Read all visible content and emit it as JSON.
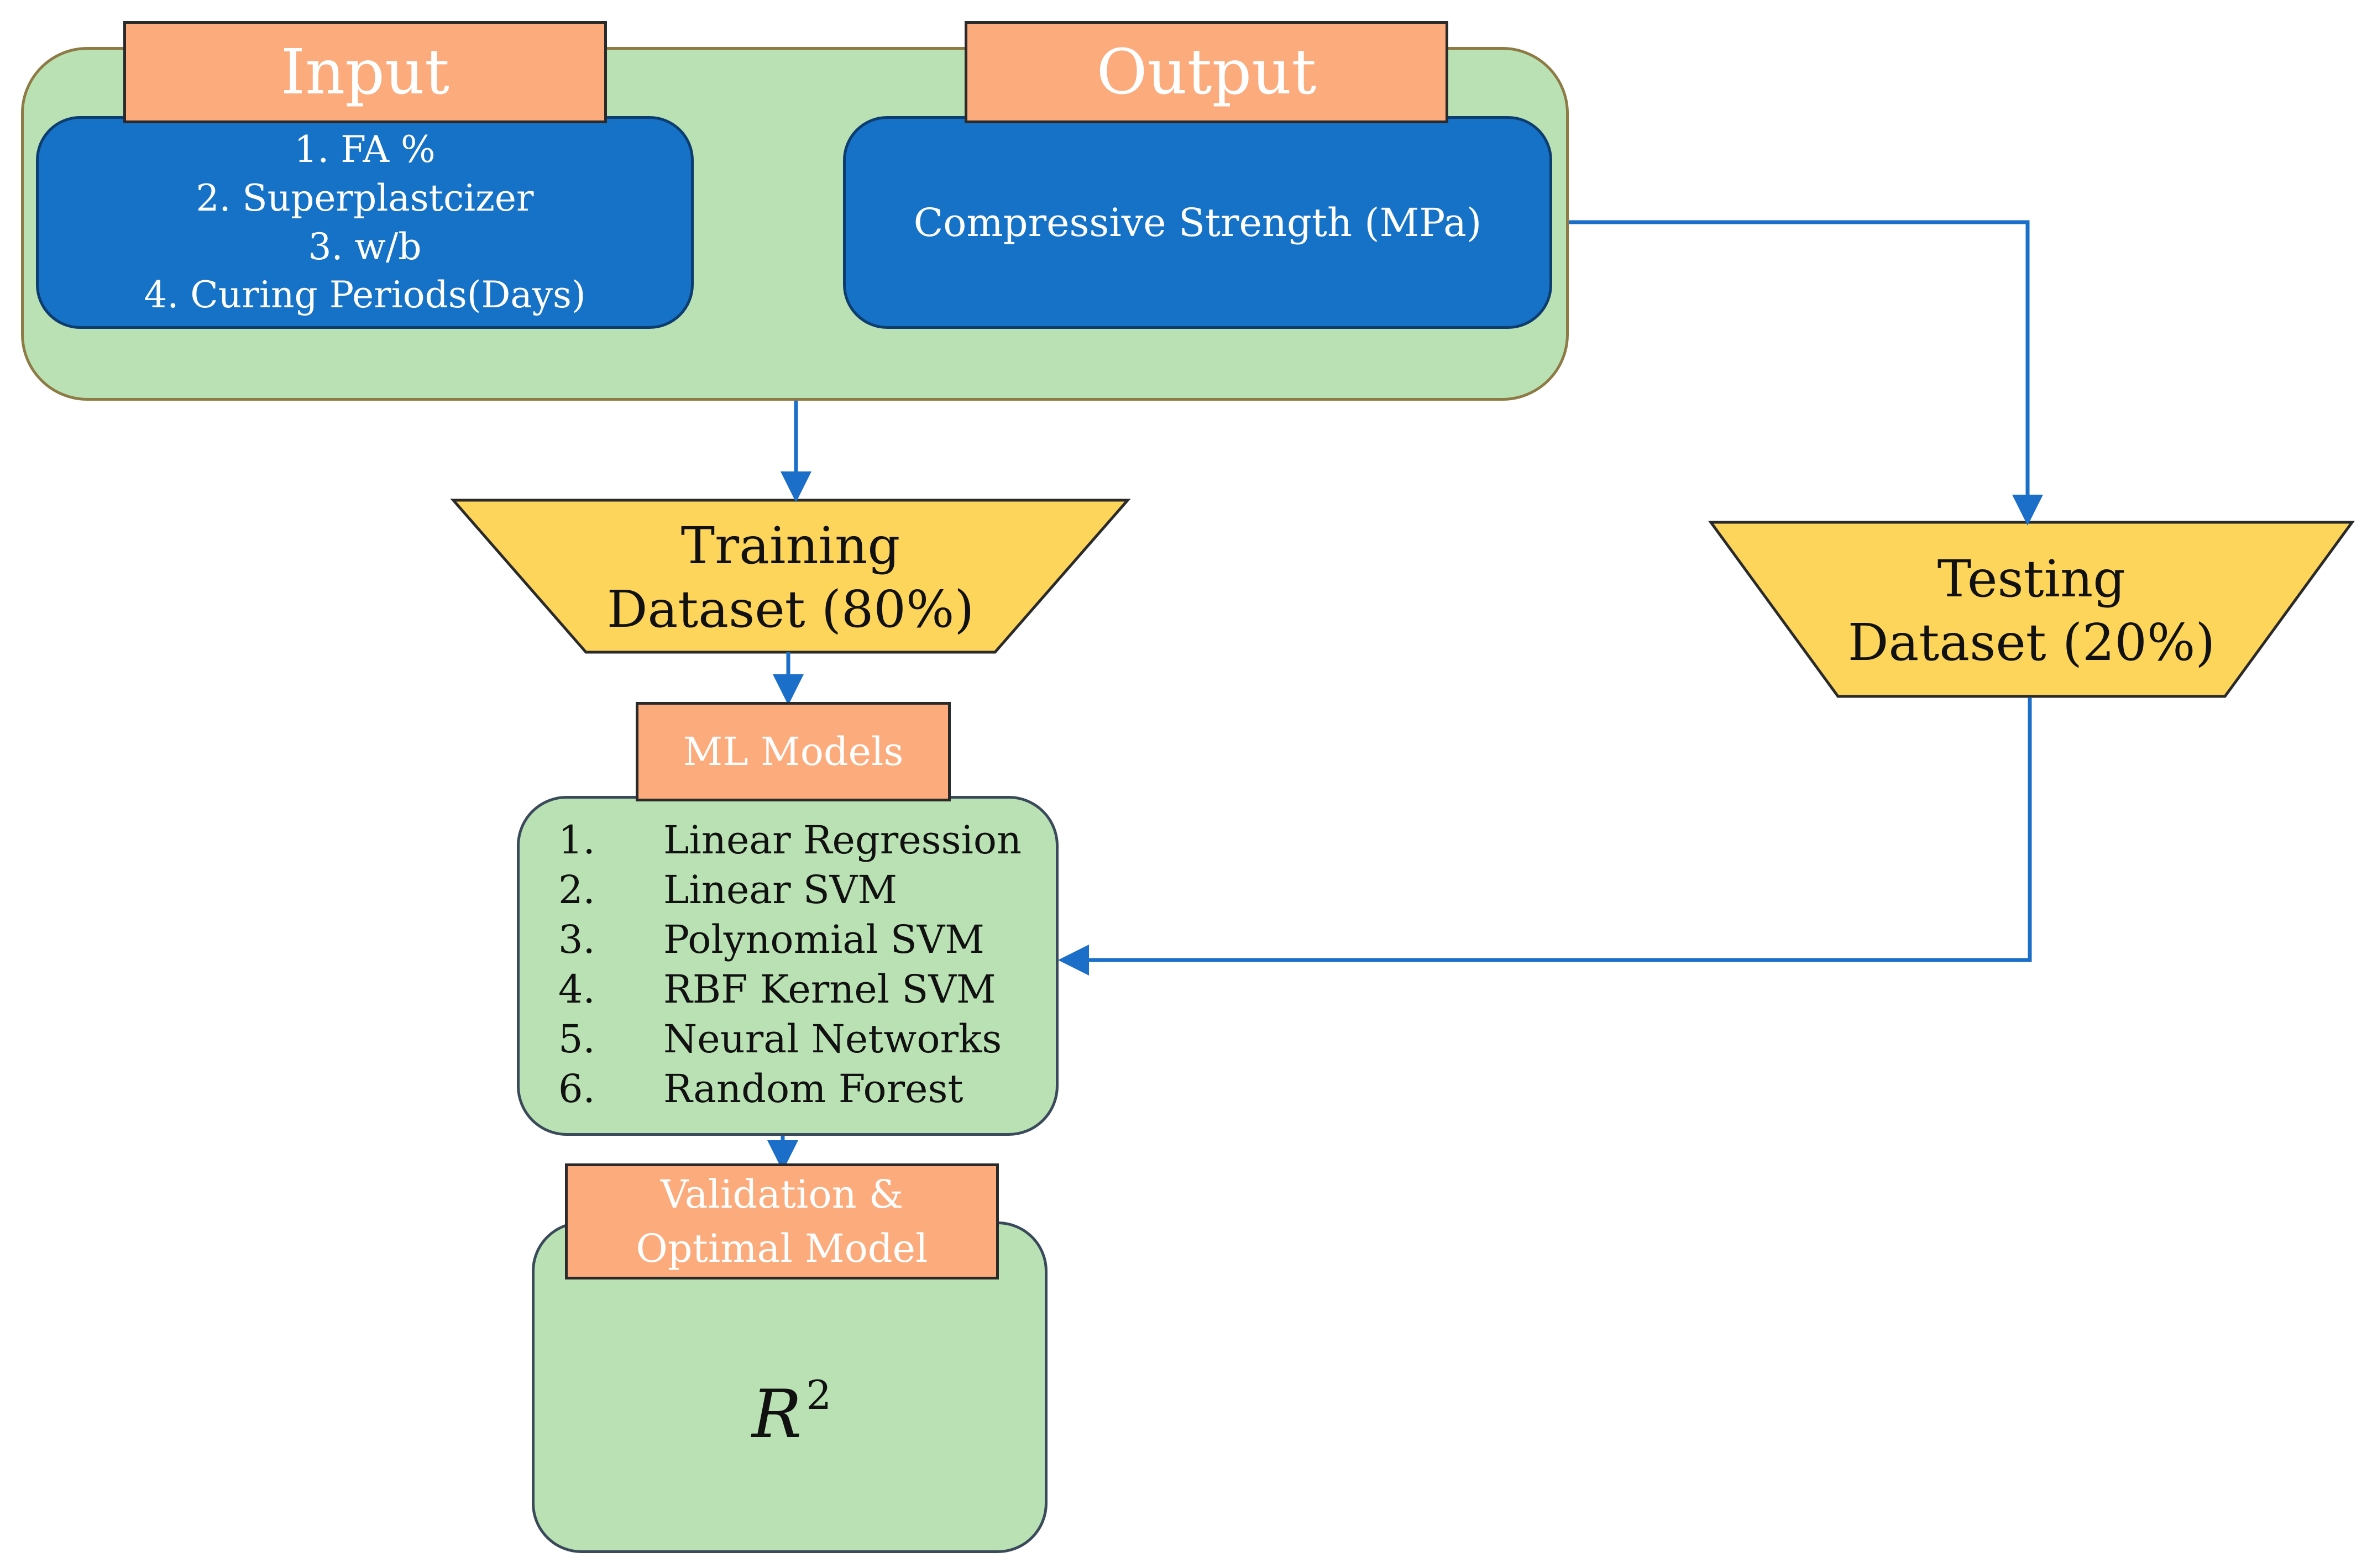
{
  "input": {
    "title": "Input",
    "items": [
      "1. FA %",
      "2. Superplastcizer",
      "3. w/b",
      "4. Curing Periods(Days)"
    ]
  },
  "output": {
    "title": "Output",
    "text": "Compressive Strength (MPa)"
  },
  "training": {
    "line1": "Training",
    "line2": "Dataset (80%)"
  },
  "testing": {
    "line1": "Testing",
    "line2": "Dataset (20%)"
  },
  "ml_models": {
    "title": "ML Models",
    "items": [
      {
        "num": "1.",
        "label": "Linear Regression"
      },
      {
        "num": "2.",
        "label": "Linear SVM"
      },
      {
        "num": "3.",
        "label": "Polynomial SVM"
      },
      {
        "num": "4.",
        "label": "RBF Kernel SVM"
      },
      {
        "num": "5.",
        "label": "Neural Networks"
      },
      {
        "num": "6.",
        "label": "Random Forest"
      }
    ]
  },
  "validation": {
    "line1": "Validation &",
    "line2": "Optimal Model",
    "metric": "R",
    "metric_sup": "2"
  },
  "colors": {
    "panel_green": "#b9e1b3",
    "box_blue": "#1572c6",
    "tab_orange": "#fcab7c",
    "funnel_yellow": "#fdd55b",
    "diamond_yellow": "#fde493",
    "arrow_blue": "#1b6fc9"
  }
}
